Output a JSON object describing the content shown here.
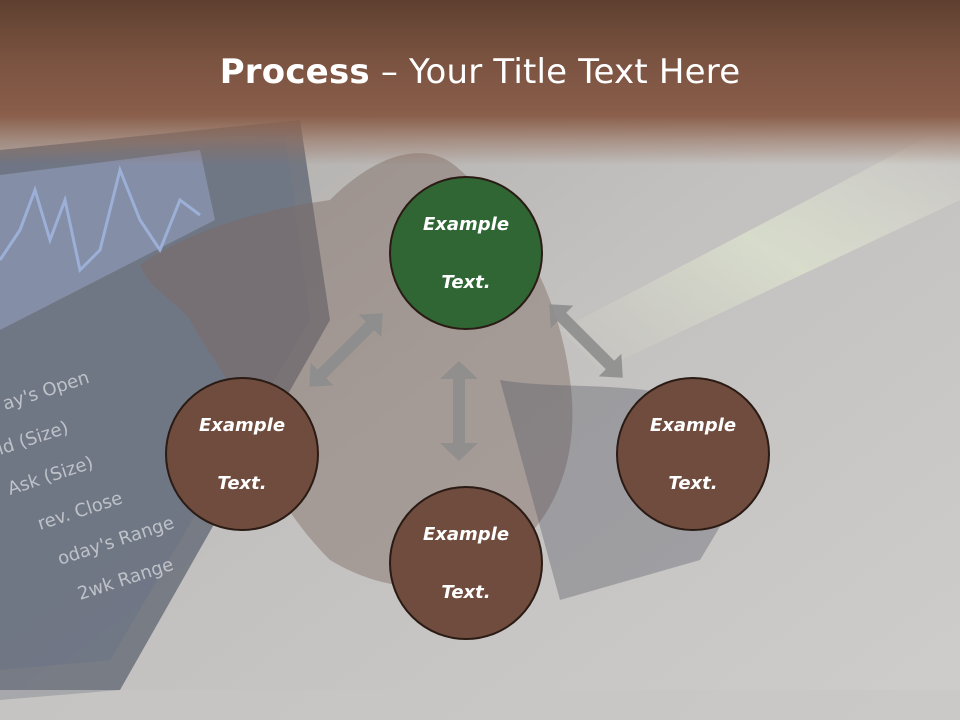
{
  "title": {
    "bold": "Process",
    "rest": " – Your Title Text Here"
  },
  "nodes": [
    {
      "label": "Example\nText.",
      "line1": "Example",
      "line2": "Text.",
      "color": "#2f6634"
    },
    {
      "label": "Example Text.",
      "line1": "Example",
      "line2": "Text.",
      "color": "#6f4c3e"
    },
    {
      "label": "Example Text.",
      "line1": "Example",
      "line2": "Text.",
      "color": "#6f4c3e"
    },
    {
      "label": "Example Text.",
      "line1": "Example",
      "line2": "Text.",
      "color": "#6f4c3e"
    }
  ],
  "colors": {
    "header": "#7a5240",
    "arrow": "#8e8e8e",
    "background": "#c9c7c5"
  }
}
